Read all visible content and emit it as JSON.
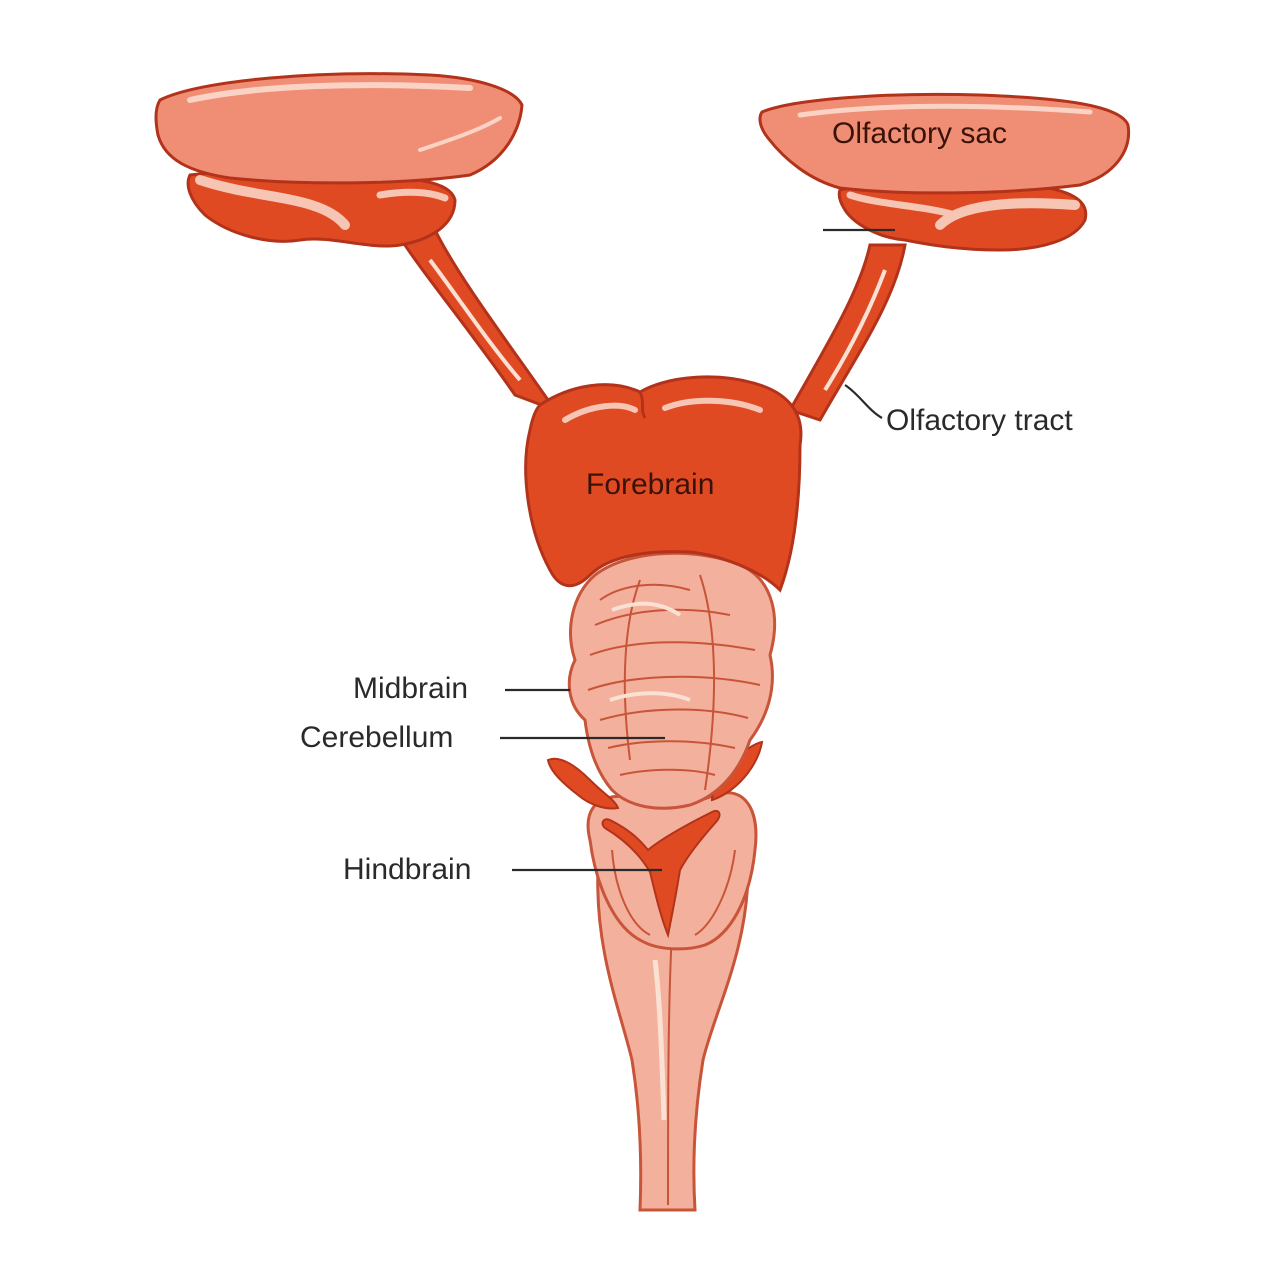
{
  "labels": {
    "olfactory_sac": "Olfactory sac",
    "olfactory_tract": "Olfactory tract",
    "forebrain": "Forebrain",
    "midbrain": "Midbrain",
    "cerebellum": "Cerebellum",
    "hindbrain": "Hindbrain"
  },
  "colors": {
    "dark_tissue": "#e04a23",
    "light_tissue": "#f3b09c",
    "highlight": "#fbe0d4",
    "outline": "#b3321a",
    "label_text": "#2a2a2a"
  }
}
